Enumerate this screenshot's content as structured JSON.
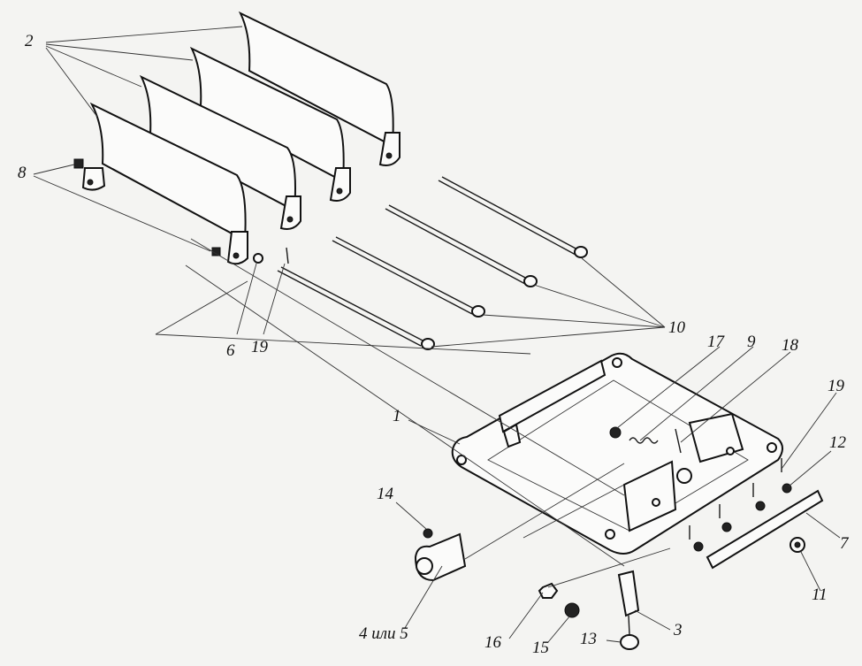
{
  "callouts": {
    "c1": "1",
    "c2": "2",
    "c3": "3",
    "c4or5": "4 или 5",
    "c6": "6",
    "c7": "7",
    "c8": "8",
    "c9": "9",
    "c10": "10",
    "c11": "11",
    "c12": "12",
    "c13": "13",
    "c14": "14",
    "c15": "15",
    "c16": "16",
    "c17": "17",
    "c18": "18",
    "c19a": "19",
    "c19b": "19"
  }
}
